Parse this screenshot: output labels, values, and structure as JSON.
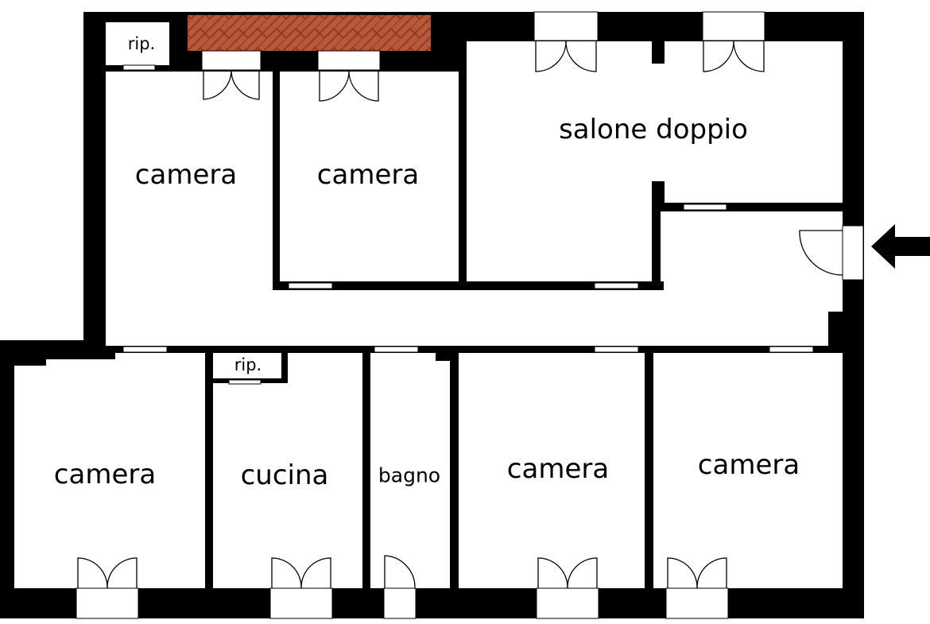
{
  "plan": {
    "labels": {
      "camera_top_left": "camera",
      "camera_top_mid": "camera",
      "salone": "salone doppio",
      "rip_top": "rip.",
      "rip_bottom": "rip.",
      "camera_bottom_left": "camera",
      "cucina": "cucina",
      "bagno": "bagno",
      "camera_bottom_mid": "camera",
      "camera_bottom_right": "camera"
    },
    "icons": {
      "entrance": "entrance-arrow-icon",
      "terrace": "terrace-brick-pattern"
    },
    "colors": {
      "wall": "#000000",
      "floor": "#ffffff",
      "terrace_brick": "#b8573a",
      "terrace_joint": "#8e3c24"
    }
  }
}
